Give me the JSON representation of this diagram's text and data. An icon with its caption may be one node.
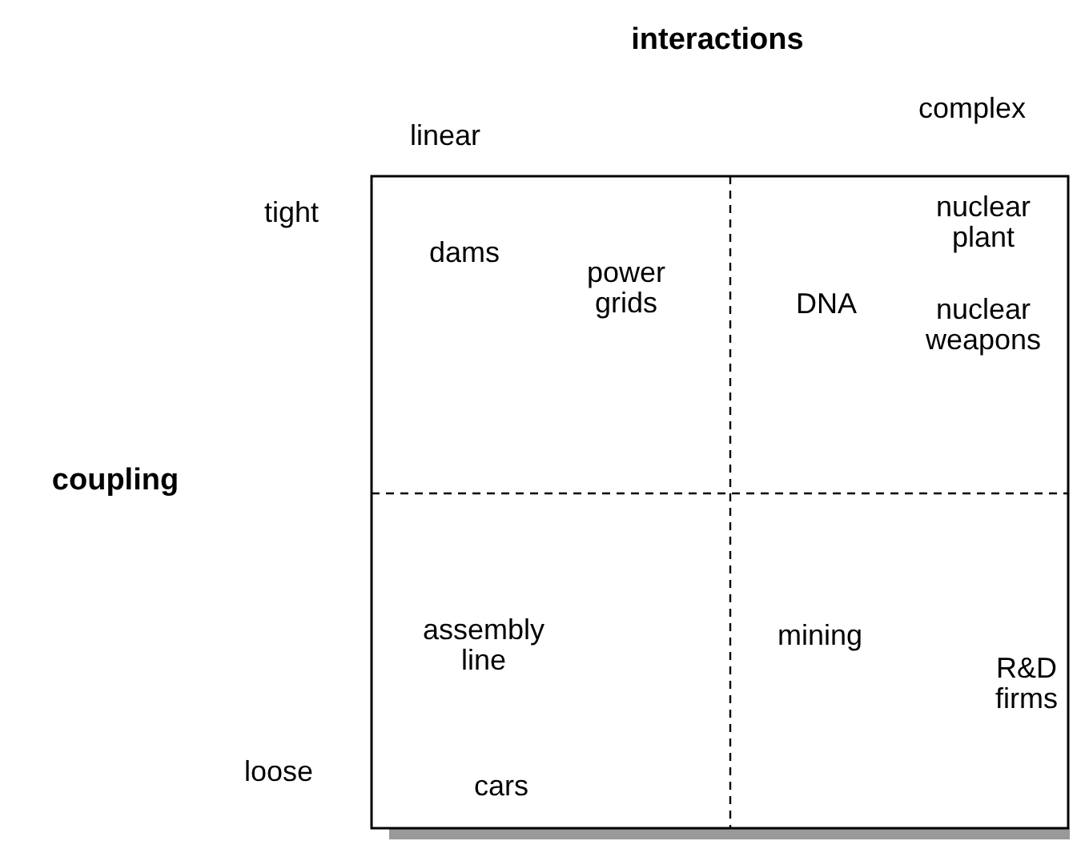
{
  "diagram": {
    "labels": [
      "interactions",
      "linear",
      "complex",
      "tight",
      "coupling",
      "loose",
      "dams",
      "power grids",
      "DNA",
      "nuclear plant",
      "nuclear weapons",
      "assembly line",
      "mining",
      "R&D firms",
      "cars"
    ]
  }
}
